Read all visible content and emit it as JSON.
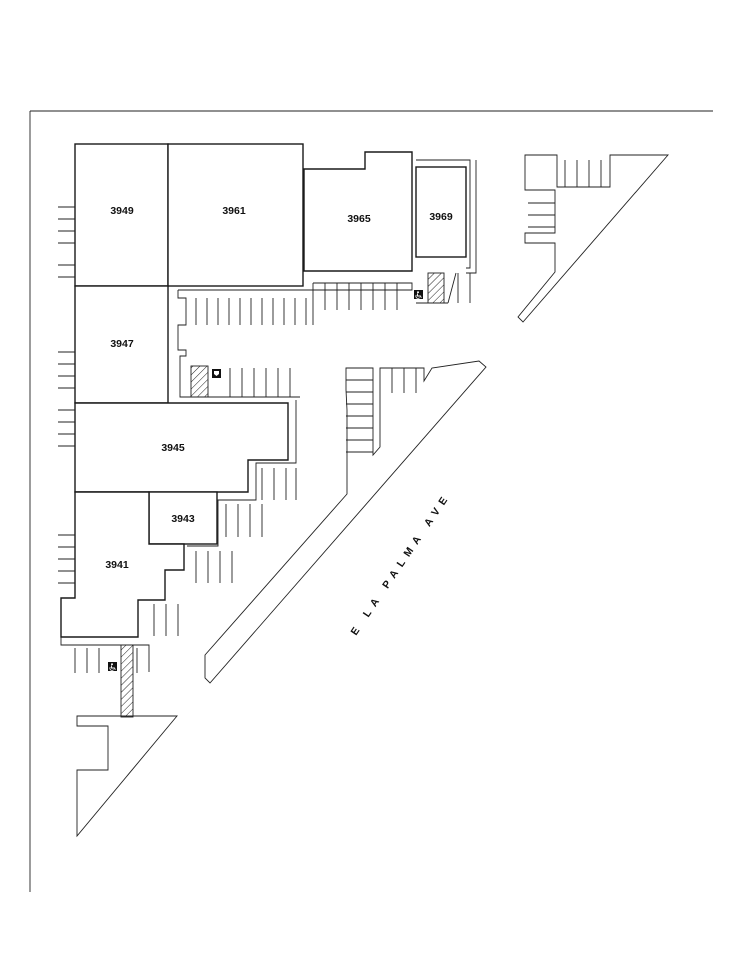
{
  "units": [
    {
      "id": "3949",
      "label": "3949"
    },
    {
      "id": "3961",
      "label": "3961"
    },
    {
      "id": "3965",
      "label": "3965"
    },
    {
      "id": "3969",
      "label": "3969"
    },
    {
      "id": "3947",
      "label": "3947"
    },
    {
      "id": "3945",
      "label": "3945"
    },
    {
      "id": "3943",
      "label": "3943"
    },
    {
      "id": "3941",
      "label": "3941"
    }
  ],
  "street": {
    "name": "E LA PALMA AVE"
  },
  "icons": {
    "accessible_parking": "wheelchair-icon",
    "ev_or_service": "service-icon"
  }
}
